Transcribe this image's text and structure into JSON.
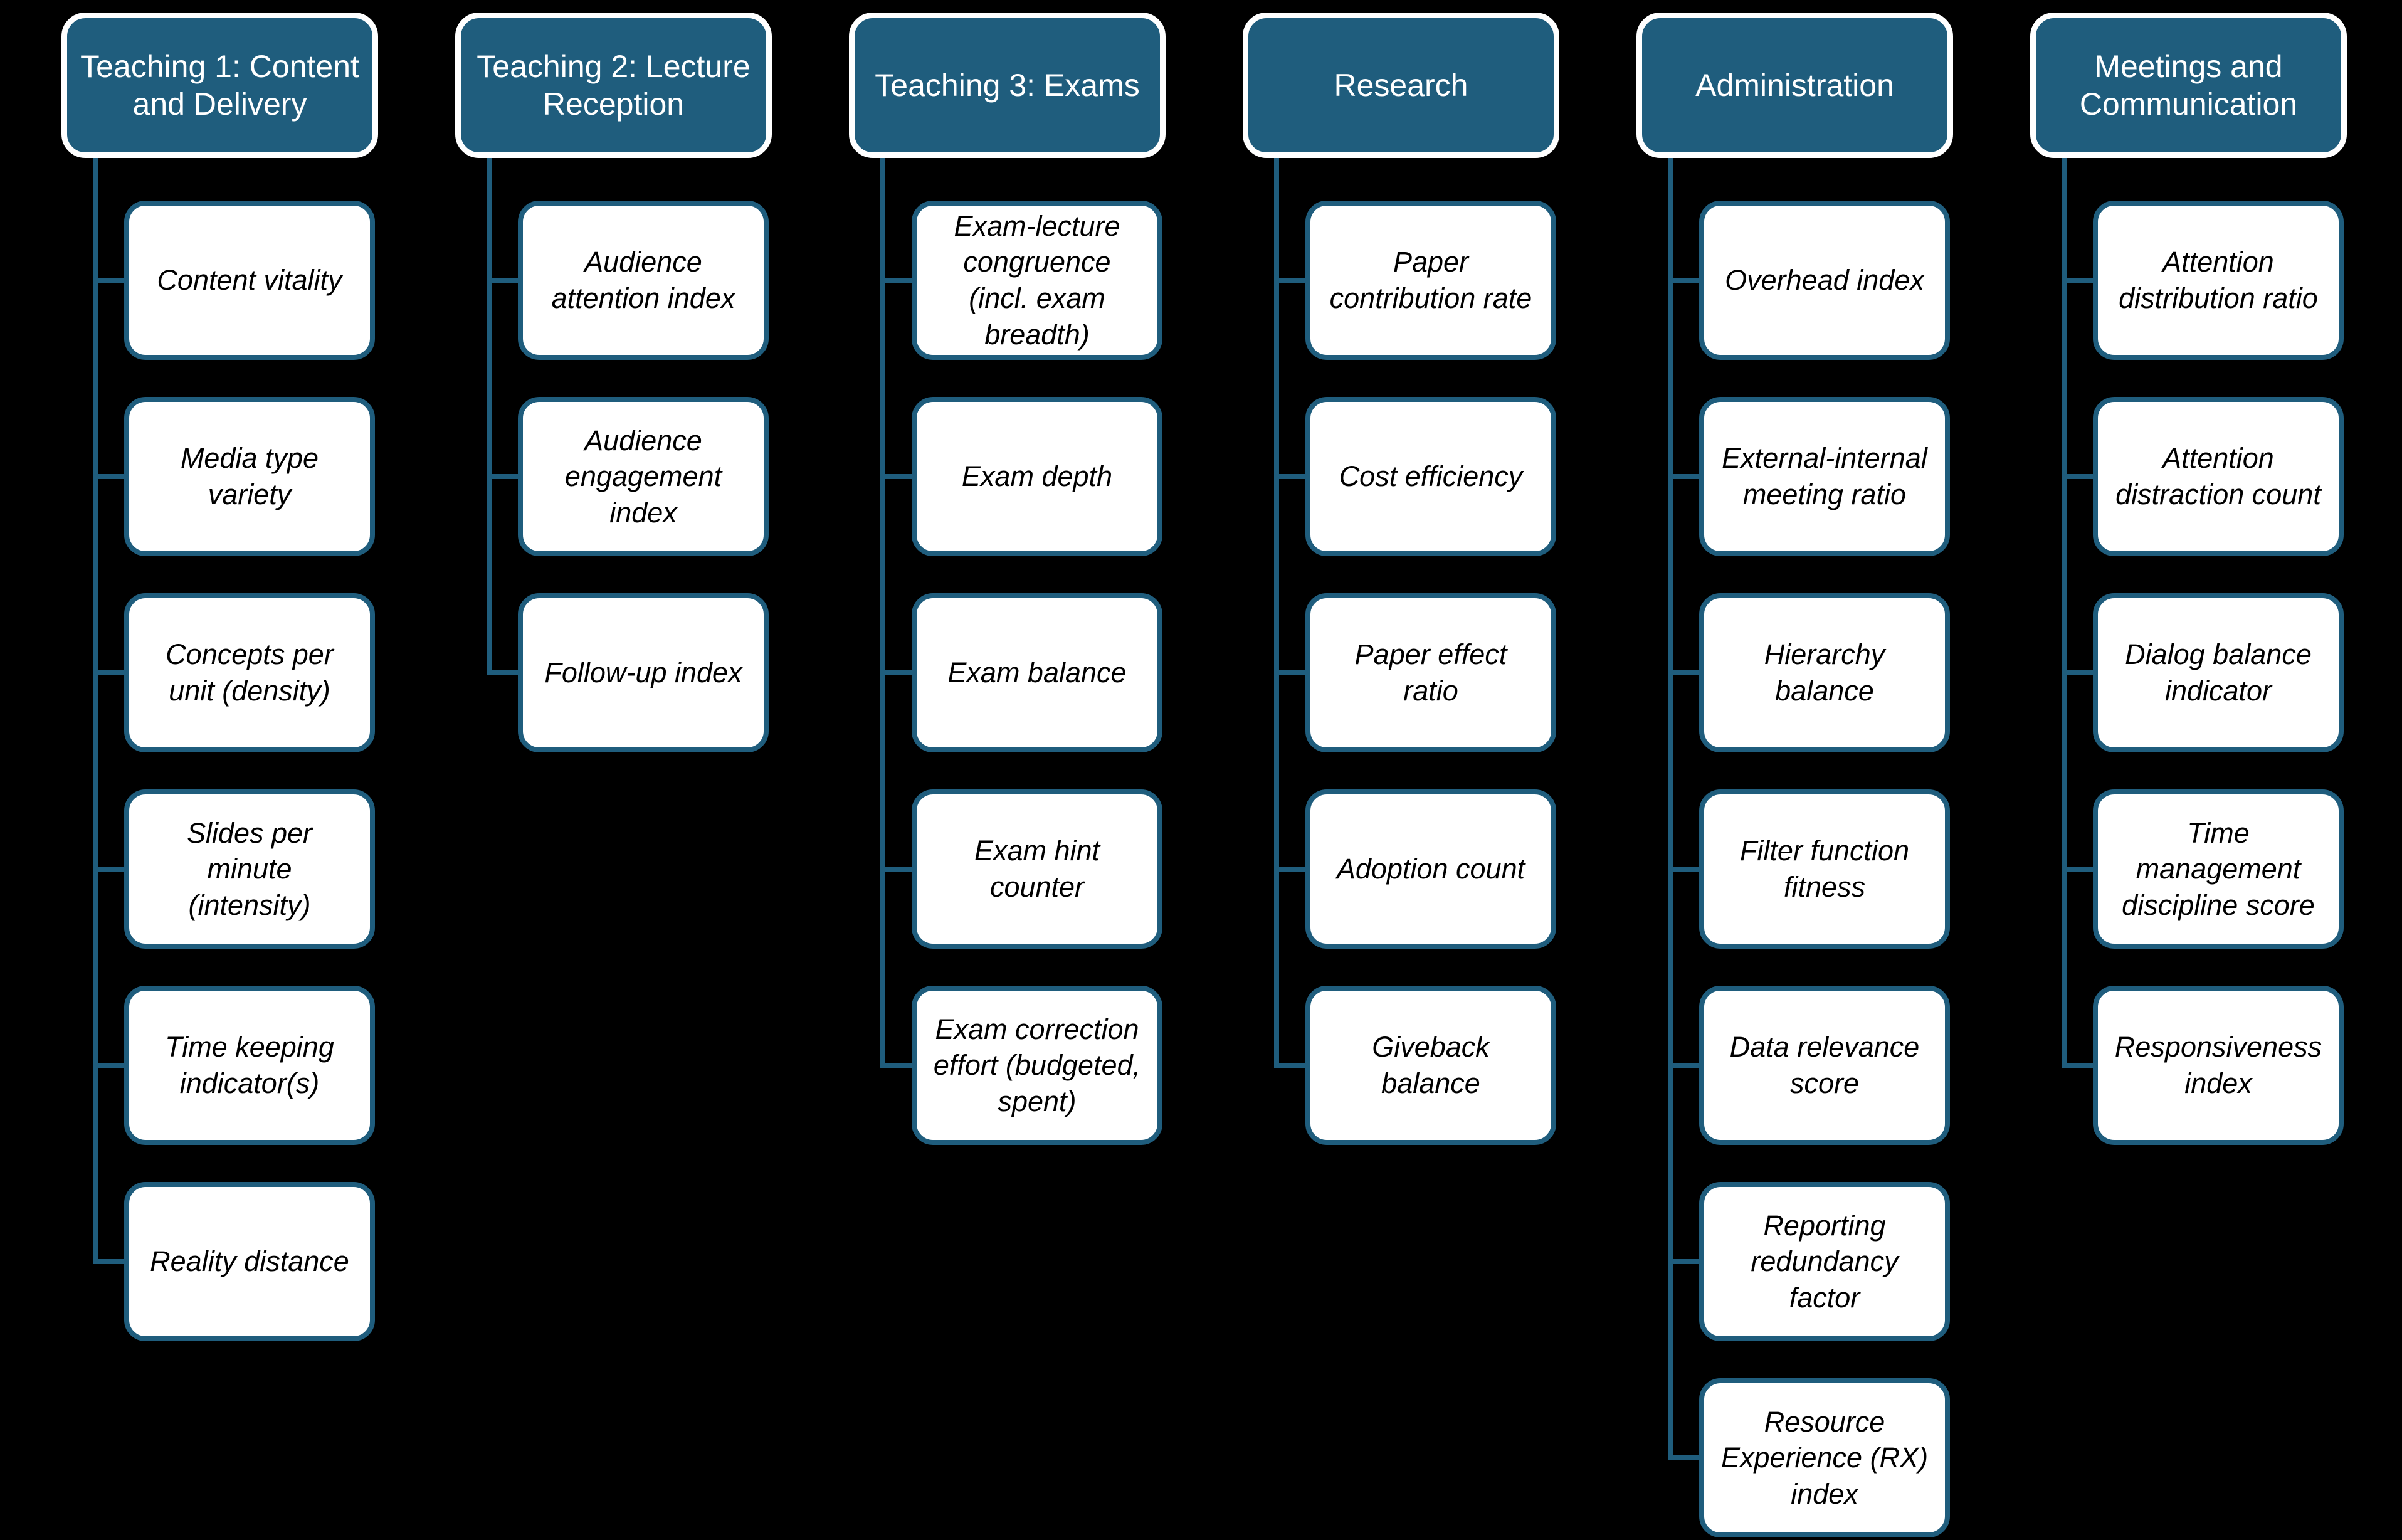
{
  "palette": {
    "background": "#000000",
    "accent_teal": "#1F5D7D",
    "header_border": "#FFFFFF",
    "header_text": "#FFFFFF",
    "metric_fill": "#FFFFFF",
    "metric_text": "#000000"
  },
  "diagram": {
    "type": "hierarchy-org-chart",
    "columns": [
      {
        "header": "Teaching 1: Content and Delivery",
        "children": [
          "Content vitality",
          "Media type variety",
          "Concepts per unit (density)",
          "Slides per minute (intensity)",
          "Time keeping indicator(s)",
          "Reality distance"
        ]
      },
      {
        "header": "Teaching 2: Lecture Reception",
        "children": [
          "Audience attention index",
          "Audience engagement index",
          "Follow-up index"
        ]
      },
      {
        "header": "Teaching 3: Exams",
        "children": [
          "Exam-lecture congruence (incl. exam breadth)",
          "Exam depth",
          "Exam balance",
          "Exam hint counter",
          "Exam correction effort (budgeted, spent)"
        ]
      },
      {
        "header": "Research",
        "children": [
          "Paper contribution rate",
          "Cost efficiency",
          "Paper effect ratio",
          "Adoption count",
          "Giveback balance"
        ]
      },
      {
        "header": "Administration",
        "children": [
          "Overhead index",
          "External-internal meeting ratio",
          "Hierarchy balance",
          "Filter function fitness",
          "Data relevance score",
          "Reporting redundancy factor",
          "Resource Experience (RX) index"
        ]
      },
      {
        "header": "Meetings and Communication",
        "children": [
          "Attention distribution ratio",
          "Attention distraction count",
          "Dialog balance indicator",
          "Time management discipline score",
          "Responsiveness index"
        ]
      }
    ]
  }
}
